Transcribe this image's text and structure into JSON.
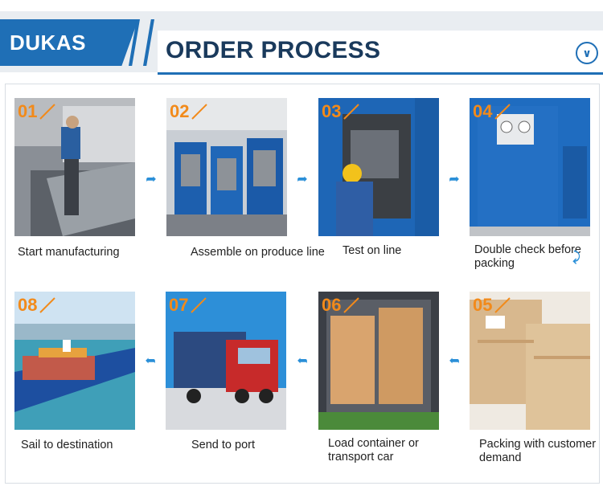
{
  "brand": {
    "name": "DUKAS"
  },
  "header": {
    "title": "ORDER PROCESS"
  },
  "colors": {
    "accent_blue": "#1f6fb6",
    "number_orange": "#f28a1a",
    "arrow_blue": "#2a8fd8"
  },
  "icons": {
    "expand": "chevron-down-icon",
    "flow": "curved-arrow-icon"
  },
  "steps": [
    {
      "num": "01",
      "label": "Start manufacturing"
    },
    {
      "num": "02",
      "label": "Assemble on produce line"
    },
    {
      "num": "03",
      "label": "Test on line"
    },
    {
      "num": "04",
      "label": "Double check before packing"
    },
    {
      "num": "05",
      "label": "Packing with customer demand"
    },
    {
      "num": "06",
      "label": "Load container or transport car"
    },
    {
      "num": "07",
      "label": "Send to port"
    },
    {
      "num": "08",
      "label": "Sail to destination"
    }
  ]
}
